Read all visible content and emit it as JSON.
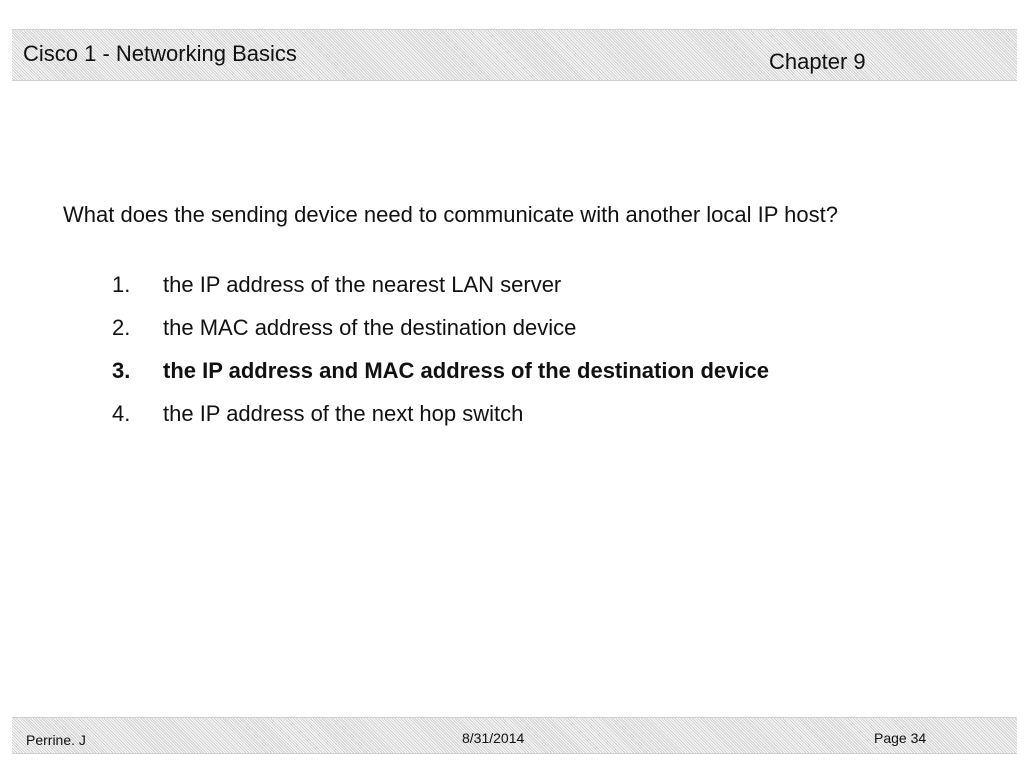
{
  "header": {
    "course_title": "Cisco 1 - Networking Basics",
    "chapter": "Chapter 9"
  },
  "question": {
    "text": "What does the sending device need to communicate with another local IP host?",
    "answers": [
      {
        "number": "1.",
        "text": "the IP address of the nearest LAN server",
        "correct": false
      },
      {
        "number": "2.",
        "text": "the MAC address of the destination device",
        "correct": false
      },
      {
        "number": "3.",
        "text": "the IP address and MAC address of the destination device",
        "correct": true
      },
      {
        "number": "4.",
        "text": "the IP address of the next hop switch",
        "correct": false
      }
    ]
  },
  "footer": {
    "author": "Perrine. J",
    "date": "8/31/2014",
    "page": "Page 34"
  }
}
